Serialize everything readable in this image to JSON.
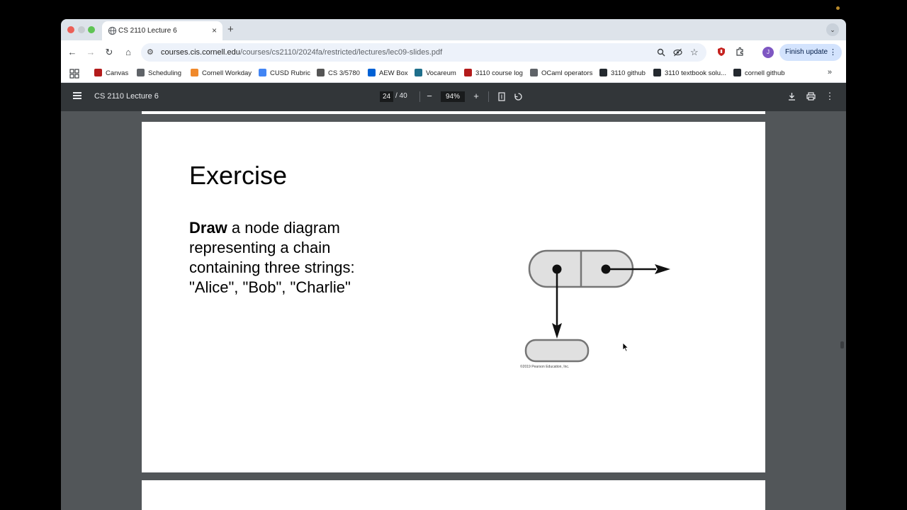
{
  "tab": {
    "title": "CS 2110 Lecture 6",
    "close": "×",
    "new_tab": "+"
  },
  "toolbar": {
    "url_host": "courses.cis.cornell.edu",
    "url_path": "/courses/cs2110/2024fa/restricted/lectures/lec09-slides.pdf",
    "avatar_letter": "J",
    "finish_update": "Finish update"
  },
  "bookmarks": [
    {
      "label": "Canvas",
      "color": "#b31b1b"
    },
    {
      "label": "Scheduling",
      "color": "#5f6368"
    },
    {
      "label": "Cornell Workday",
      "color": "#f0892b"
    },
    {
      "label": "CUSD Rubric",
      "color": "#4285f4"
    },
    {
      "label": "CS 3/5780",
      "color": "#555555"
    },
    {
      "label": "AEW Box",
      "color": "#0061d5"
    },
    {
      "label": "Vocareum",
      "color": "#1f6f8b"
    },
    {
      "label": "3110 course log",
      "color": "#b31b1b"
    },
    {
      "label": "OCaml operators",
      "color": "#5f6368"
    },
    {
      "label": "3110 github",
      "color": "#24292f"
    },
    {
      "label": "3110 textbook solu...",
      "color": "#24292f"
    },
    {
      "label": "cornell github",
      "color": "#24292f"
    }
  ],
  "pdf": {
    "title": "CS 2110 Lecture 6",
    "page_current": "24",
    "page_total": "/ 40",
    "zoom": "94%"
  },
  "slide": {
    "title": "Exercise",
    "body_bold": "Draw",
    "body_rest": " a node diagram representing a chain containing three strings: \"Alice\", \"Bob\", \"Charlie\"",
    "copyright": "©2019 Pearson Education, Inc."
  }
}
